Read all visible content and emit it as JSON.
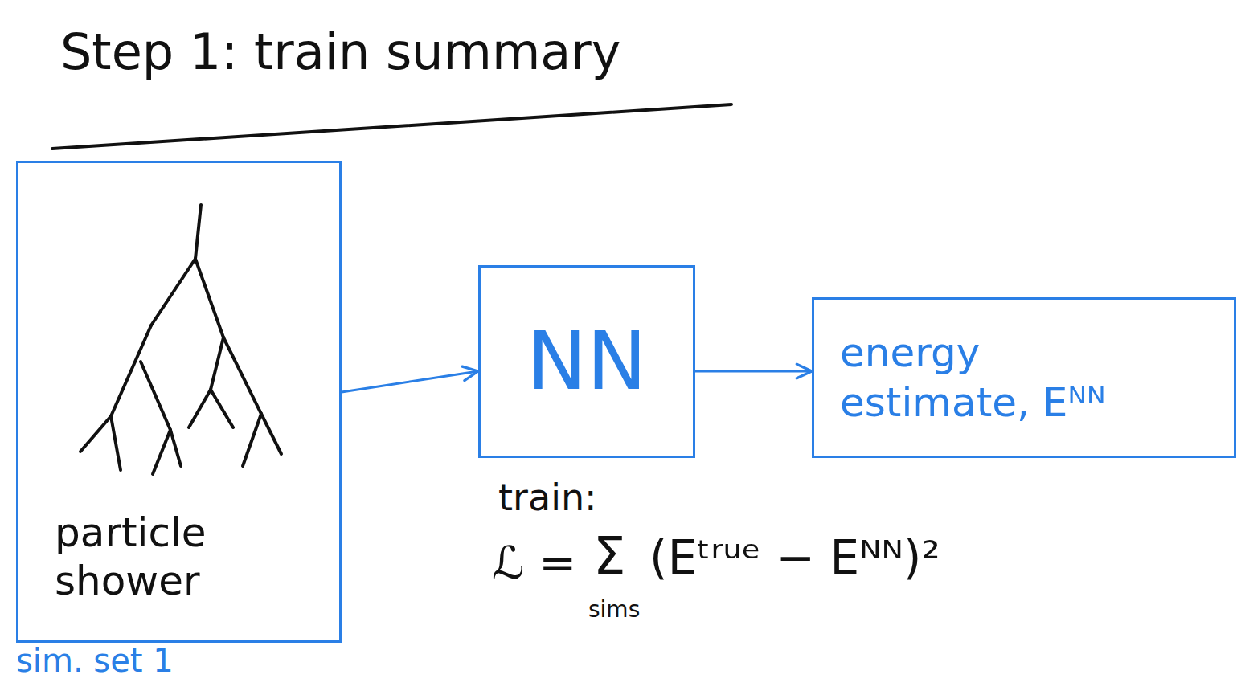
{
  "diagram": {
    "title": "Step 1: train summary",
    "nodes": [
      {
        "text": [
          "particle shower",
          "sim. set 1"
        ]
      },
      {
        "text": [
          "NN"
        ]
      },
      {
        "text": [
          "energy estimate, Eᴺᴺ"
        ]
      }
    ],
    "edges": [
      {
        "from": 0,
        "to": 1,
        "arrow": "to"
      },
      {
        "from": 1,
        "to": 2,
        "arrow": "to"
      }
    ],
    "labels": [
      "train:",
      "ℒ =",
      "Σ",
      "sims",
      "(Eᵗʳᵘᵉ − Eᴺᴺ)²"
    ]
  }
}
